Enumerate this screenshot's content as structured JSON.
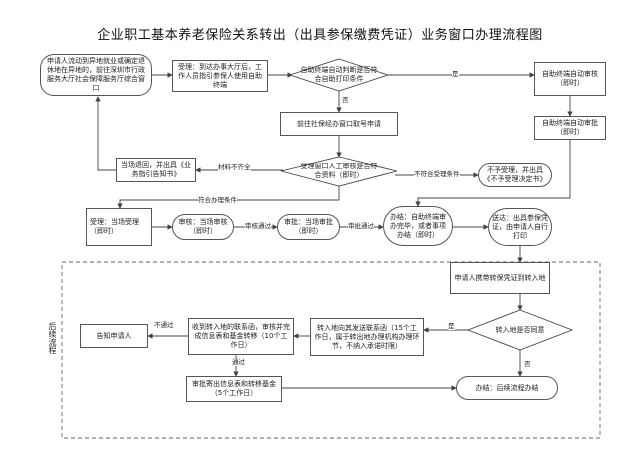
{
  "title": "企业职工基本养老保险关系转出（出具参保缴费凭证）业务窗口办理流程图",
  "side_label": "后续流程",
  "nodes": {
    "n_start": "申请人流动到异地就业或确定退休地在异地的，前往深圳市行政服务大厅社会保障服务厅综合窗口",
    "n_accept": "受理：到达办事大厅后，工作人员指引参保人使用自助终端",
    "n_q_self": "自助终端自动判断是否符合自助打印条件",
    "n_auto1": "自助终端自动审核（即时）",
    "n_auto2": "自助终端自动审批（即时）",
    "n_goto_window": "前往社保经办窗口取号申请",
    "n_guide": "当场退回，并出具《业务指引告知书》",
    "n_q_manual": "受理窗口人工审核是否符合资料（即时）",
    "n_reject": "不予受理，并出具《不予受理决定书》",
    "n_accept2": "受理：当场受理（即时）",
    "n_review": "审核：当场审核（即时）",
    "n_approve": "审批：当场审批（即时）",
    "n_done": "办结：自助终端审办完毕，或者事项办结（即时）",
    "n_deliver": "送达：出具参保凭证，由申请人自行打印",
    "n_carry": "申请人携带转保凭证到转入地",
    "n_q_agree": "转入地是否同意",
    "n_transfer": "转入地向其发送联系函（15个工作日，属于转出地办理机构办理环节，不纳入承诺时限）",
    "n_inform": "告知申请人",
    "n_receive": "收到转入地的联系函，审核并完成信息表和基金转移（10个工作日）",
    "n_transfer_out": "审批寄出信息表和转移基金（5个工作日）",
    "n_final": "办结：后续流程办结"
  },
  "edge_labels": {
    "yes1": "是",
    "no1": "否",
    "materials_incomplete": "材料不齐全",
    "not_eligible": "不符合受理条件",
    "eligible": "符合办理条件",
    "review_pass": "审核通过",
    "approve_pass": "审批通过",
    "no_pass": "不通过",
    "pass": "通过",
    "yes2": "是",
    "no2": "否"
  }
}
